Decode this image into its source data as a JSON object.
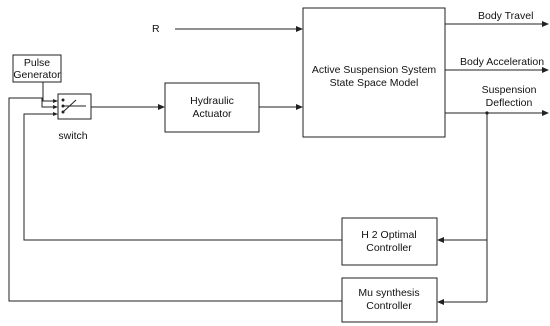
{
  "input_label": "R",
  "blocks": {
    "pulse_generator": [
      "Pulse",
      "Generator"
    ],
    "switch_label": "switch",
    "hydraulic_actuator": [
      "Hydraulic",
      "Actuator"
    ],
    "state_space_model": [
      "Active Suspension System",
      "State Space Model"
    ],
    "h2_controller": [
      "H 2 Optimal",
      "Controller"
    ],
    "mu_controller": [
      "Mu synthesis",
      "Controller"
    ]
  },
  "outputs": {
    "body_travel": "Body Travel",
    "body_acceleration": "Body Acceleration",
    "suspension_deflection": [
      "Suspension",
      "Deflection"
    ]
  }
}
